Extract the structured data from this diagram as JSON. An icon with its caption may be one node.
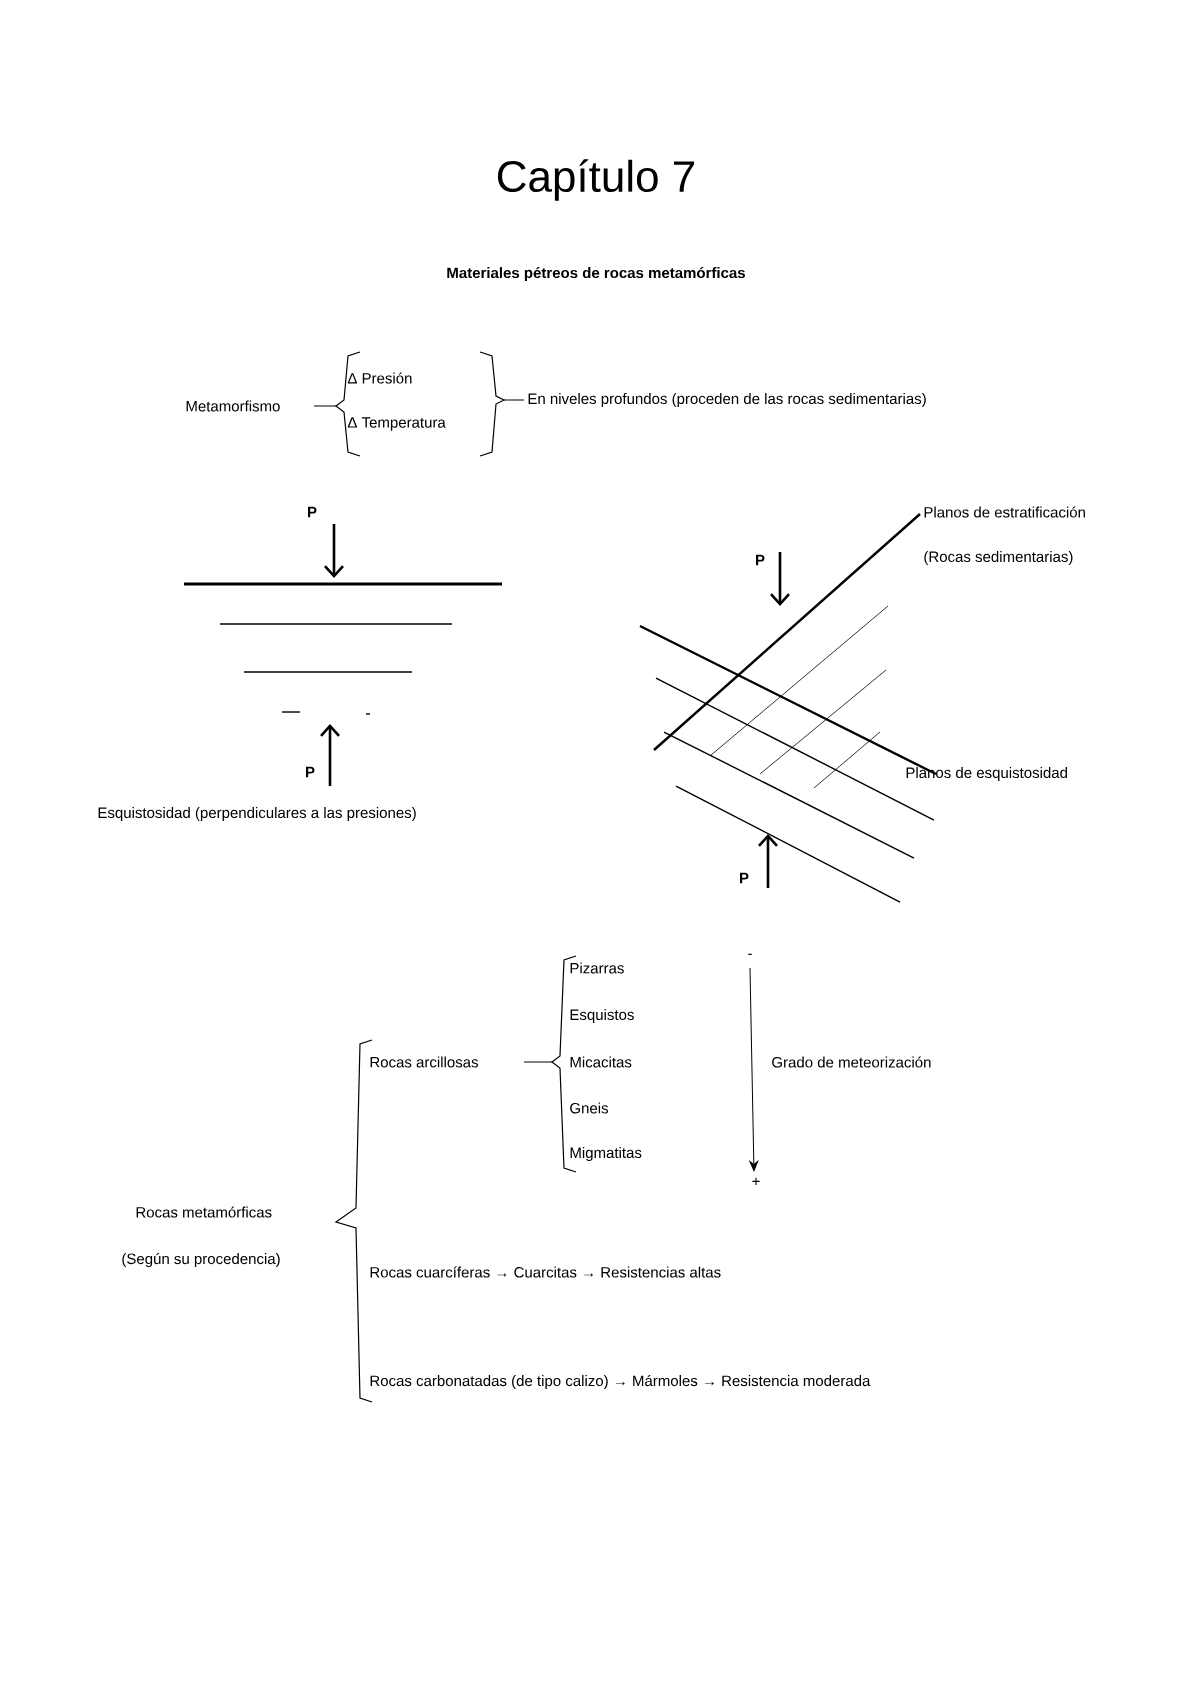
{
  "diagram": {
    "title": "Capítulo 7",
    "labels": [
      "Materiales pétreos de rocas metamórficas",
      "Metamorfismo",
      "Δ Presión",
      "Δ Temperatura",
      "En niveles profundos (proceden de las rocas sedimentarias)",
      "P",
      "Planos de estratificación",
      "P",
      "(Rocas sedimentarias)",
      "P",
      "Planos de esquistosidad",
      "Esquistosidad (perpendiculares a las presiones)",
      "P",
      "-",
      "Pizarras",
      "Esquistos",
      "Rocas arcillosas",
      "Micacitas",
      "Grado de meteorización",
      "Gneis",
      "Migmatitas",
      "+",
      "Rocas metamórficas",
      "(Según su procedencia)",
      "Rocas cuarcíferas → Cuarcitas → Resistencias altas",
      "Rocas carbonatadas (de tipo calizo) → Mármoles → Resistencia moderada"
    ]
  }
}
